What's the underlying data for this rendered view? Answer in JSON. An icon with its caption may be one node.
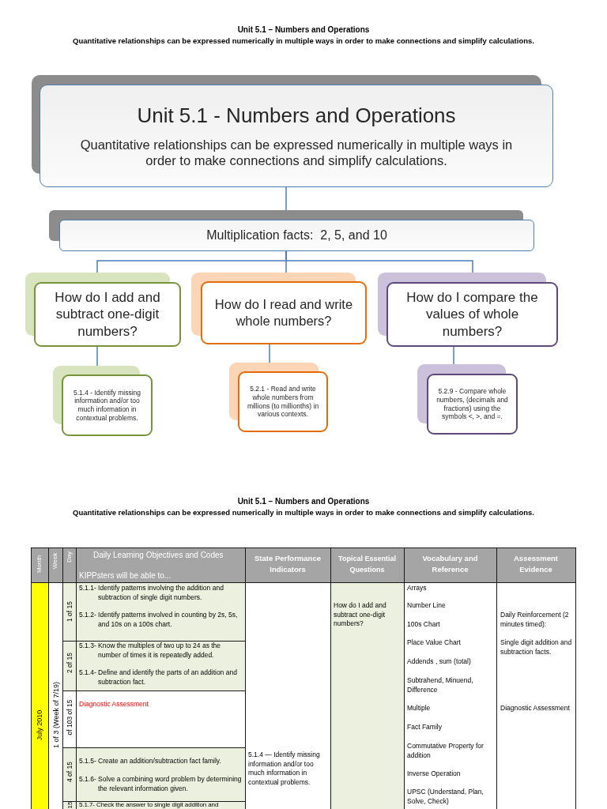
{
  "diagram": {
    "title": "Unit 5.1 – Numbers and Operations",
    "nodes": [
      {
        "text": [
          "Unit 5.1 - Numbers and Operations",
          "Quantitative relationships can be expressed numerically in multiple ways in order to make connections and simplify calculations."
        ]
      },
      {
        "text": [
          "Multiplication facts:  2, 5, and 10"
        ]
      },
      {
        "text": [
          "How do I add and subtract one-digit numbers?"
        ]
      },
      {
        "text": [
          "How do I read and write whole numbers?"
        ]
      },
      {
        "text": [
          "How do I compare the values of whole numbers?"
        ]
      },
      {
        "text": [
          "5.1.4 - Identify missing information and/or too much information in contextual problems."
        ]
      },
      {
        "text": [
          "5.2.1 - Read and write whole numbers from millions (to millionths) in various contexts."
        ]
      },
      {
        "text": [
          "5.2.9 - Compare whole numbers, (decimals and fractions) using the symbols <, >, and =."
        ]
      }
    ],
    "edges": [
      {
        "from": 0,
        "to": 1,
        "arrow": "none"
      },
      {
        "from": 1,
        "to": 2,
        "arrow": "none"
      },
      {
        "from": 1,
        "to": 3,
        "arrow": "none"
      },
      {
        "from": 1,
        "to": 4,
        "arrow": "none"
      },
      {
        "from": 2,
        "to": 5,
        "arrow": "none"
      },
      {
        "from": 3,
        "to": 6,
        "arrow": "none"
      },
      {
        "from": 4,
        "to": 7,
        "arrow": "none"
      }
    ],
    "labels": [
      "Quantitative relationships can be expressed numerically in multiple ways in order to make connections and simplify calculations.",
      "Unit 5.1 – Numbers and Operations",
      "Quantitative relationships can be expressed numerically in multiple ways in order to make connections and simplify calculations.",
      "Month",
      "Week",
      "Day",
      "Daily Learning Objectives and Codes",
      "KIPPsters will be able to...",
      "State Performance Indicators",
      "Topical Essential Questions",
      "Vocabulary and Reference",
      "Assessment Evidence",
      "July 2010",
      "1 of 3 (Week of 7/19)",
      "1 of 15",
      "5.1.1- Identify patterns involving the addition and subtraction of single digit numbers.",
      "5.1.2- Identify patterns involved in counting by 2s, 5s, and 10s on a 100s chart.",
      "5.1.4 — Identify missing information and/or too much information in contextual problems.",
      "How do I add and subtract one-digit numbers?",
      "Arrays",
      "Number Line",
      "100s Chart",
      "Place Value Chart",
      "Addends , sum (total)",
      "Subtrahend, Minuend, Difference",
      "Multiple",
      "Fact Family",
      "Commutative Property for addition",
      "Inverse Operation",
      "UPSC (Understand, Plan, Solve, Check)",
      "Daily Reinforcement (2 minutes timed):",
      "Single digit addition and subtraction facts.",
      "Diagnostic Assessment",
      "2 of 15",
      "5.1.3- Know the multiples of two up to 24 as the number of times it is repeatedly added.",
      "5.1.4- Define and identify the parts of an addition and subtraction fact.",
      "of 103 of 15",
      "Diagnostic Assessment",
      "4 of 15",
      "5.1.5- Create an addition/subtraction fact family.",
      "5.1.6- Solve a combining word problem by determining the relevant information given.",
      "15",
      "5.1.7- Check the answer to single digit addition and"
    ]
  }
}
